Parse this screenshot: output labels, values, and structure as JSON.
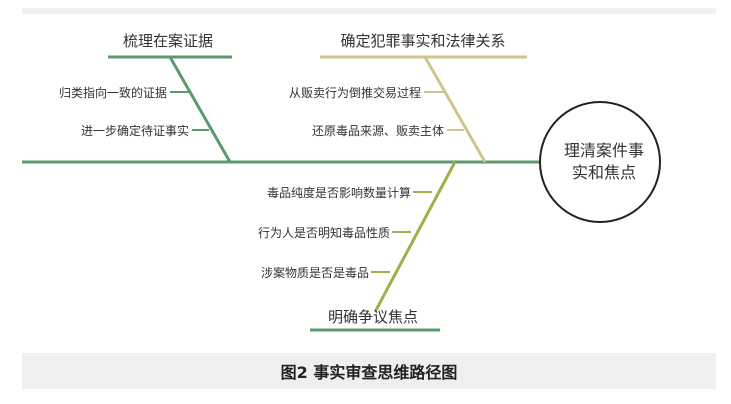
{
  "colors": {
    "green": "#5a9a6e",
    "olive": "#a3ad4a",
    "tan": "#cfc48a",
    "head_border": "#222222",
    "caption_bg": "#efefef"
  },
  "diagram": {
    "head": {
      "lines": [
        "理清案件事",
        "实和焦点"
      ]
    },
    "branches": {
      "evidence": {
        "title": "梳理在案证据",
        "items": [
          "归类指向一致的证据",
          "进一步确定待证事实"
        ]
      },
      "law": {
        "title": "确定犯罪事实和法律关系",
        "items": [
          "从贩卖行为倒推交易过程",
          "还原毒品来源、贩卖主体"
        ]
      },
      "dispute": {
        "title": "明确争议焦点",
        "items": [
          "毒品纯度是否影响数量计算",
          "行为人是否明知毒品性质",
          "涉案物质是否是毒品"
        ]
      }
    }
  },
  "caption": "图2  事实审查思维路径图"
}
